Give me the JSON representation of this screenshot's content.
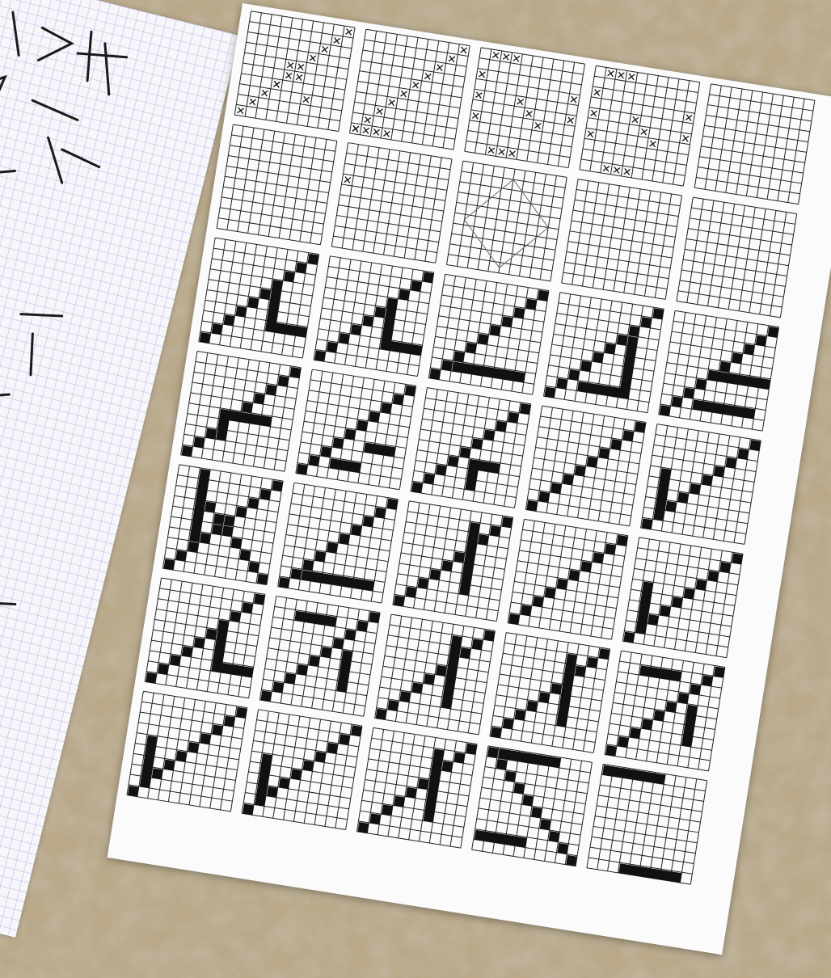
{
  "scene": {
    "ground_color": "#b9a98a",
    "ground_dark": "#8d7d63",
    "paper_color": "#fbfbfb",
    "ink_color": "#111111",
    "grid_color": "#222222"
  },
  "front_sheet": {
    "grid_rows": 7,
    "grid_cols": 5,
    "cells_per_grid": 10,
    "grids": [
      {
        "style": "crosses",
        "pattern": "diag-arc"
      },
      {
        "style": "crosses",
        "pattern": "diag-bottom"
      },
      {
        "style": "crosses",
        "pattern": "ring"
      },
      {
        "style": "crosses",
        "pattern": "ring"
      },
      {
        "style": "empty"
      },
      {
        "style": "empty"
      },
      {
        "style": "crosses",
        "pattern": "single"
      },
      {
        "style": "sketch"
      },
      {
        "style": "empty"
      },
      {
        "style": "empty"
      },
      {
        "style": "filled",
        "pattern": "diag-v"
      },
      {
        "style": "filled",
        "pattern": "diag-v"
      },
      {
        "style": "filled",
        "pattern": "diag-base"
      },
      {
        "style": "filled",
        "pattern": "diag-corner"
      },
      {
        "style": "filled",
        "pattern": "diag-bars"
      },
      {
        "style": "filled",
        "pattern": "diag-step"
      },
      {
        "style": "filled",
        "pattern": "diag-cross"
      },
      {
        "style": "filled",
        "pattern": "diag-mid"
      },
      {
        "style": "filled",
        "pattern": "diag"
      },
      {
        "style": "filled",
        "pattern": "diag-left"
      },
      {
        "style": "filled",
        "pattern": "x-cross"
      },
      {
        "style": "filled",
        "pattern": "diag-base"
      },
      {
        "style": "filled",
        "pattern": "diag-vert"
      },
      {
        "style": "filled",
        "pattern": "diag"
      },
      {
        "style": "filled",
        "pattern": "diag-left"
      },
      {
        "style": "filled",
        "pattern": "diag-v"
      },
      {
        "style": "filled",
        "pattern": "diag-box"
      },
      {
        "style": "filled",
        "pattern": "diag-vert"
      },
      {
        "style": "filled",
        "pattern": "diag-vert"
      },
      {
        "style": "filled",
        "pattern": "diag-box"
      },
      {
        "style": "filled",
        "pattern": "diag-left"
      },
      {
        "style": "filled",
        "pattern": "diag-left"
      },
      {
        "style": "filled",
        "pattern": "diag-vert"
      },
      {
        "style": "filled",
        "pattern": "anti-diag"
      },
      {
        "style": "filled",
        "pattern": "diag-top"
      }
    ]
  }
}
